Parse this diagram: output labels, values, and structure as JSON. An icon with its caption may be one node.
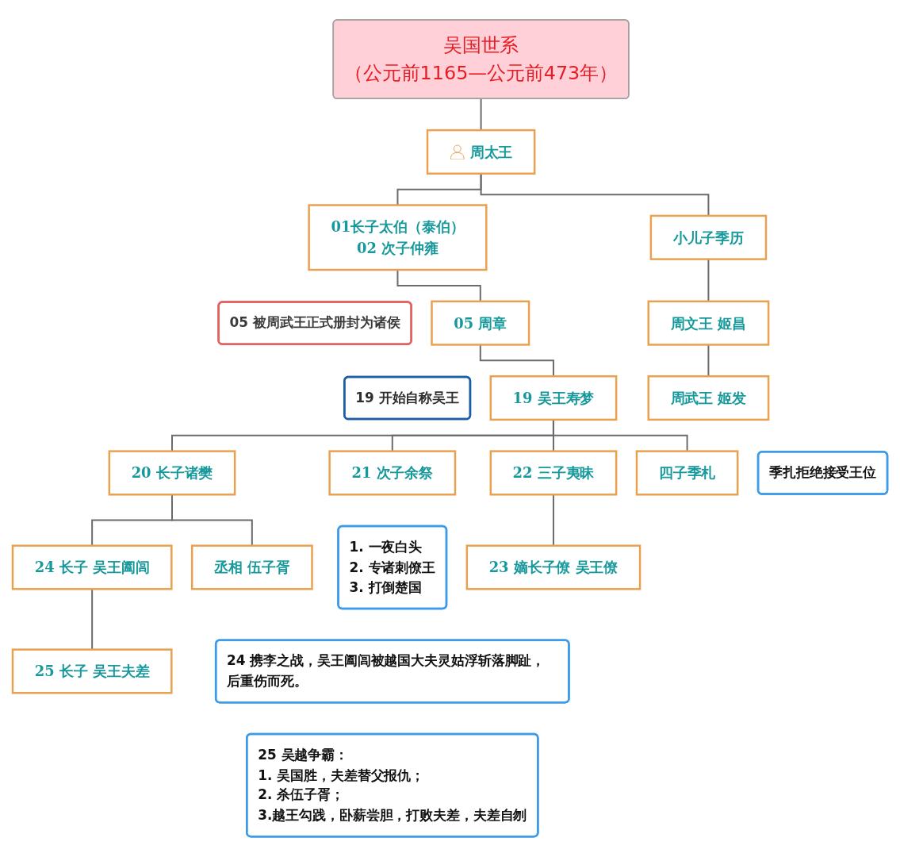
{
  "diagram": {
    "nodes": [
      {
        "text": [
          "吴国世系",
          "（公元前1165—公元前473年）"
        ]
      },
      {
        "text": [
          "周太王"
        ]
      },
      {
        "text": [
          "01长子太伯（泰伯）",
          "02 次子仲雍"
        ]
      },
      {
        "text": [
          "小儿子季历"
        ]
      },
      {
        "text": [
          "05 被周武王正式册封为诸侯"
        ]
      },
      {
        "text": [
          "05 周章"
        ]
      },
      {
        "text": [
          "周文王 姬昌"
        ]
      },
      {
        "text": [
          "19 开始自称吴王"
        ]
      },
      {
        "text": [
          "19 吴王寿梦"
        ]
      },
      {
        "text": [
          "周武王 姬发"
        ]
      },
      {
        "text": [
          "20 长子诸樊"
        ]
      },
      {
        "text": [
          "21 次子余祭"
        ]
      },
      {
        "text": [
          "22 三子夷昧"
        ]
      },
      {
        "text": [
          "四子季札"
        ]
      },
      {
        "text": [
          "季扎拒绝接受王位"
        ]
      },
      {
        "text": [
          "24 长子 吴王阖闾"
        ]
      },
      {
        "text": [
          "丞相 伍子胥"
        ]
      },
      {
        "text": [
          "1. 一夜白头",
          "2. 专诸刺僚王",
          "3. 打倒楚国"
        ]
      },
      {
        "text": [
          "23 嫡长子僚 吴王僚"
        ]
      },
      {
        "text": [
          "25 长子 吴王夫差"
        ]
      },
      {
        "text": [
          "24 携李之战，吴王阖闾被越国大夫灵姑浮斩落脚趾，后重伤而死。"
        ]
      },
      {
        "text": [
          "25 吴越争霸：",
          "1. 吴国胜，夫差替父报仇；",
          "2. 杀伍子胥；",
          "3.越王勾践，卧薪尝胆，打败夫差，夫差自刎"
        ]
      }
    ],
    "edges": [
      {
        "from": 0,
        "to": 1,
        "arrow": "none"
      },
      {
        "from": 1,
        "to": 2,
        "arrow": "none"
      },
      {
        "from": 1,
        "to": 3,
        "arrow": "none"
      },
      {
        "from": 2,
        "to": 5,
        "arrow": "none"
      },
      {
        "from": 3,
        "to": 6,
        "arrow": "none"
      },
      {
        "from": 6,
        "to": 9,
        "arrow": "none"
      },
      {
        "from": 5,
        "to": 8,
        "arrow": "none"
      },
      {
        "from": 8,
        "to": 10,
        "arrow": "none"
      },
      {
        "from": 8,
        "to": 11,
        "arrow": "none"
      },
      {
        "from": 8,
        "to": 12,
        "arrow": "none"
      },
      {
        "from": 8,
        "to": 13,
        "arrow": "none"
      },
      {
        "from": 10,
        "to": 15,
        "arrow": "none"
      },
      {
        "from": 10,
        "to": 16,
        "arrow": "none"
      },
      {
        "from": 15,
        "to": 19,
        "arrow": "none"
      },
      {
        "from": 12,
        "to": 18,
        "arrow": "none"
      }
    ]
  }
}
